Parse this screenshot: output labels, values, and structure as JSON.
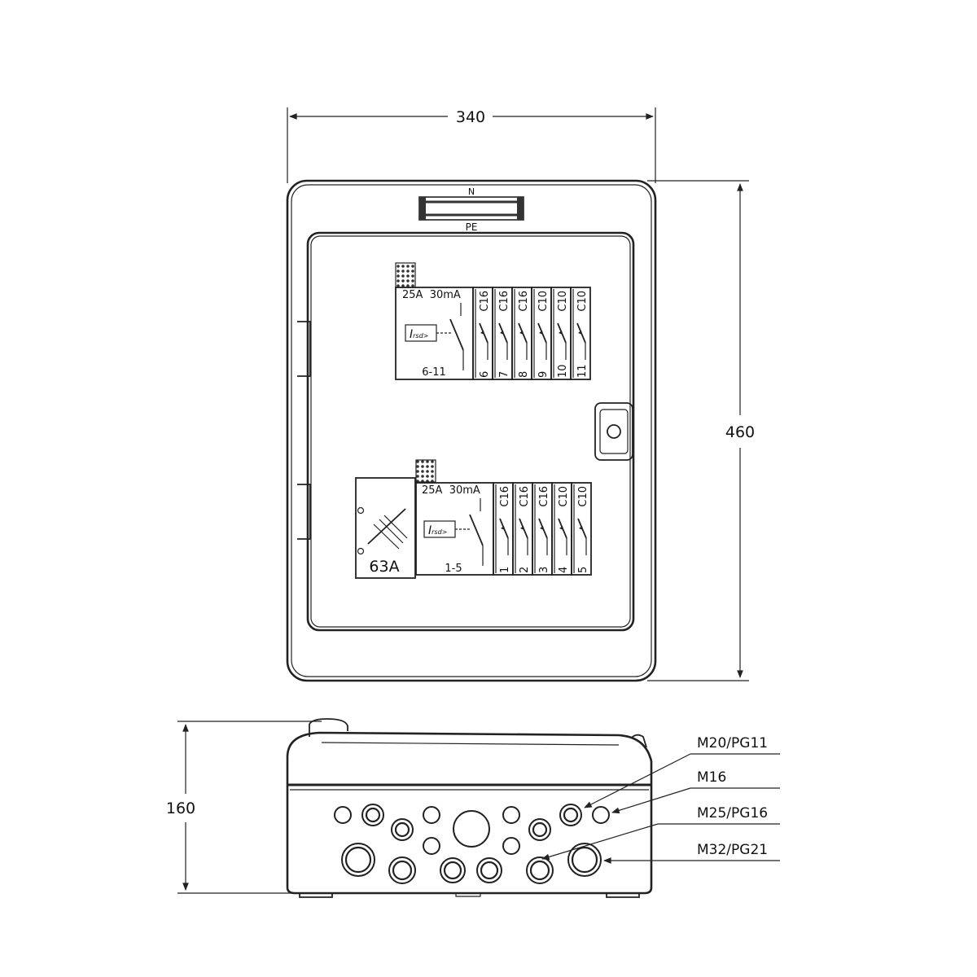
{
  "dimensions": {
    "width": "340",
    "height": "460",
    "depth": "160"
  },
  "busbar": {
    "top_label": "N",
    "bottom_label": "PE"
  },
  "upper_row": {
    "rcd_rating": "25A  30mA",
    "rcd_symbol": "I",
    "rcd_symbol_sub": "rsd>",
    "rcd_range": "6-11",
    "breakers": [
      {
        "rating": "C16",
        "number": "6"
      },
      {
        "rating": "C16",
        "number": "7"
      },
      {
        "rating": "C16",
        "number": "8"
      },
      {
        "rating": "C10",
        "number": "9"
      },
      {
        "rating": "C10",
        "number": "10"
      },
      {
        "rating": "C10",
        "number": "11"
      }
    ]
  },
  "lower_row": {
    "main_switch": "63A",
    "rcd_rating": "25A  30mA",
    "rcd_symbol": "I",
    "rcd_symbol_sub": "rsd>",
    "rcd_range": "1-5",
    "breakers": [
      {
        "rating": "C16",
        "number": "1"
      },
      {
        "rating": "C16",
        "number": "2"
      },
      {
        "rating": "C16",
        "number": "3"
      },
      {
        "rating": "C10",
        "number": "4"
      },
      {
        "rating": "C10",
        "number": "5"
      }
    ]
  },
  "glands": {
    "m20": "M20/PG11",
    "m16": "M16",
    "m25": "M25/PG16",
    "m32": "M32/PG21"
  }
}
